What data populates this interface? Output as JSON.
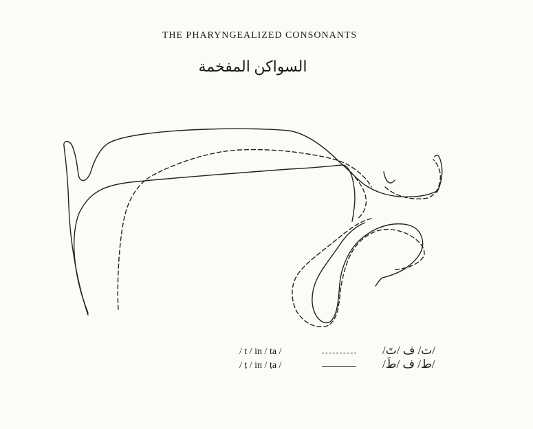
{
  "heading": {
    "title": "THE PHARYNGEALIZED CONSONANTS",
    "arabic_title": "السواكن المفخمة"
  },
  "legend": [
    {
      "label": "/ t / in / ta /",
      "line_style": "dashed",
      "arabic": "/ت/ ف /تَ/"
    },
    {
      "label": "/ ṭ / in / ṭa /",
      "line_style": "solid",
      "arabic": "/ط/ ف /طَ/"
    }
  ]
}
